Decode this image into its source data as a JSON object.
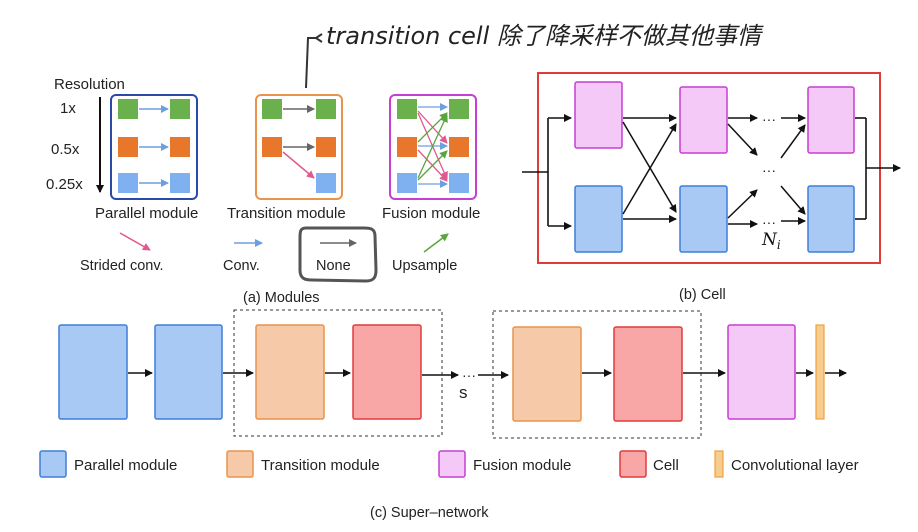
{
  "annotation": {
    "text": "transition cell 除了降采样不做其他事情"
  },
  "modules": {
    "resolution_label": "Resolution",
    "resolutions": [
      "1x",
      "0.5x",
      "0.25x"
    ],
    "parallel_label": "Parallel module",
    "transition_label": "Transition module",
    "fusion_label": "Fusion module",
    "caption": "(a) Modules",
    "legend": {
      "strided": "Strided conv.",
      "conv": "Conv.",
      "none": "None",
      "upsample": "Upsample"
    }
  },
  "cell": {
    "caption": "(b) Cell",
    "dots": "···",
    "ni_base": "N",
    "ni_sub": "i"
  },
  "supernet": {
    "caption": "(c) Super–network",
    "dots": "···",
    "s_label": "s"
  },
  "legend_bottom": {
    "parallel": "Parallel module",
    "transition": "Transition module",
    "fusion": "Fusion module",
    "cell": "Cell",
    "conv": "Convolutional layer"
  },
  "colors": {
    "green": "#6ab04c",
    "orange": "#e8762b",
    "blue_sq": "#7fb0ef",
    "pink_arrow": "#e0598f",
    "blue_arrow": "#6b9fe0",
    "green_arrow": "#5aa63e",
    "blue_fill": "#a9c9f5",
    "blue_stroke": "#3f7fd9",
    "peach_fill": "#f6c9a8",
    "peach_stroke": "#e9934c",
    "red_fill": "#f8a6a6",
    "red_stroke": "#e03b3b",
    "pinkfuse_fill": "#f4c8f7",
    "pinkfuse_stroke": "#c63fd3",
    "conv_fill": "#f7cd8f",
    "conv_stroke": "#efa13c"
  }
}
